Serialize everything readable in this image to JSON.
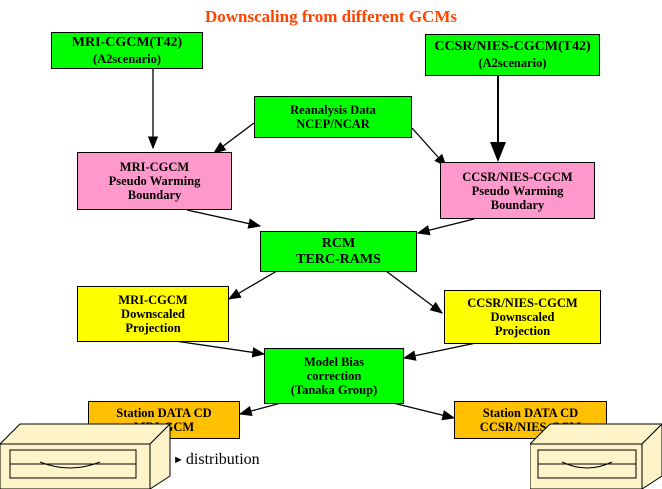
{
  "title": "Downscaling from different GCMs",
  "boxes": {
    "mri_gcm": {
      "line1": "MRI-CGCM(T42)",
      "line2": "(A2scenario)"
    },
    "ccsr_gcm": {
      "line1": "CCSR/NIES-CGCM(T42)",
      "line2": "(A2scenario)"
    },
    "reanalysis": {
      "line1": "Reanalysis Data",
      "line2": "NCEP/NCAR"
    },
    "mri_pseudo": {
      "line1": "MRI-CGCM",
      "line2": "Pseudo Warming",
      "line3": "Boundary"
    },
    "ccsr_pseudo": {
      "line1": "CCSR/NIES-CGCM",
      "line2": "Pseudo Warming",
      "line3": "Boundary"
    },
    "rcm": {
      "line1": "RCM",
      "line2": "TERC-RAMS"
    },
    "mri_down": {
      "line1": "MRI-CGCM",
      "line2": "Downscaled",
      "line3": "Projection"
    },
    "ccsr_down": {
      "line1": "CCSR/NIES-CGCM",
      "line2": "Downscaled",
      "line3": "Projection"
    },
    "bias": {
      "line1": "Model Bias",
      "line2": "correction",
      "line3": "(Tanaka Group)"
    },
    "station_mri": {
      "line1": "Station DATA CD",
      "line2": "MRI-GCM"
    },
    "station_ccsr": {
      "line1": "Station DATA CD",
      "line2": "CCSR/NIES-GCM"
    }
  },
  "distribution_label": "distribution",
  "colors": {
    "title": "#ff4400",
    "gcm": "#00ff00",
    "pseudo": "#ff99cc",
    "downscaled": "#ffff00",
    "station": "#ffc000"
  }
}
